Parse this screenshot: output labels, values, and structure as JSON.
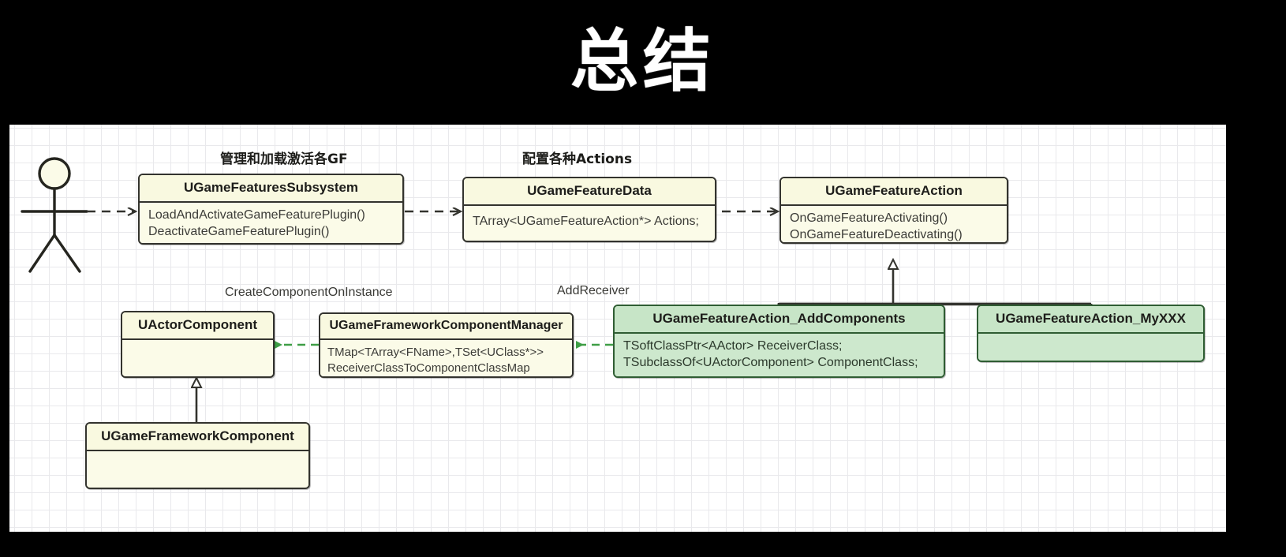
{
  "slide": {
    "title": "总结"
  },
  "diagram": {
    "type": "uml-class-diagram",
    "background": "#ffffff",
    "grid": true,
    "colors": {
      "cream_fill": "#fbfbe8",
      "cream_border": "#33332e",
      "green_fill": "#cde8cd",
      "green_border": "#2f5d33",
      "green_arrow": "#3e9e46",
      "line": "#33332e",
      "title_text": "#ffffff",
      "banner": "#000000"
    },
    "actor": {
      "name": "user-actor",
      "label": ""
    },
    "annotations": [
      {
        "id": "ann_manage",
        "text": "管理和加载激活各GF",
        "lang": "zh"
      },
      {
        "id": "ann_actions",
        "text": "配置各种Actions",
        "lang": "zh"
      },
      {
        "id": "ann_create",
        "text": "CreateComponentOnInstance",
        "lang": "en"
      },
      {
        "id": "ann_receiver",
        "text": "AddReceiver",
        "lang": "en"
      }
    ],
    "classes": [
      {
        "id": "subsystem",
        "name": "UGameFeaturesSubsystem",
        "style": "cream",
        "members": [
          "LoadAndActivateGameFeaturePlugin()",
          "DeactivateGameFeaturePlugin()"
        ]
      },
      {
        "id": "featuredata",
        "name": "UGameFeatureData",
        "style": "cream",
        "members": [
          "TArray<UGameFeatureAction*> Actions;"
        ]
      },
      {
        "id": "featureaction",
        "name": "UGameFeatureAction",
        "style": "cream",
        "members": [
          "OnGameFeatureActivating()",
          "OnGameFeatureDeactivating()"
        ]
      },
      {
        "id": "addcomponents",
        "name": "UGameFeatureAction_AddComponents",
        "style": "green",
        "members": [
          "TSoftClassPtr<AActor> ReceiverClass;",
          "TSubclassOf<UActorComponent> ComponentClass;"
        ]
      },
      {
        "id": "myxxx",
        "name": "UGameFeatureAction_MyXXX",
        "style": "green",
        "members": []
      },
      {
        "id": "compmanager",
        "name": "UGameFrameworkComponentManager",
        "style": "cream",
        "members": [
          "TMap<TArray<FName>,TSet<UClass*>>",
          "ReceiverClassToComponentClassMap"
        ]
      },
      {
        "id": "actorcomponent",
        "name": "UActorComponent",
        "style": "cream",
        "members": []
      },
      {
        "id": "frameworkcomponent",
        "name": "UGameFrameworkComponent",
        "style": "cream",
        "members": []
      }
    ],
    "edges": [
      {
        "from": "actor",
        "to": "subsystem",
        "kind": "dashed-arrow",
        "label": ""
      },
      {
        "from": "subsystem",
        "to": "featuredata",
        "kind": "dashed-arrow",
        "label": ""
      },
      {
        "from": "featuredata",
        "to": "featureaction",
        "kind": "dashed-arrow",
        "label": ""
      },
      {
        "from": "addcomponents",
        "to": "featureaction",
        "kind": "generalization",
        "label": ""
      },
      {
        "from": "myxxx",
        "to": "featureaction",
        "kind": "generalization",
        "label": ""
      },
      {
        "from": "addcomponents",
        "to": "compmanager",
        "kind": "dashed-arrow-green",
        "label": "AddReceiver"
      },
      {
        "from": "compmanager",
        "to": "actorcomponent",
        "kind": "dashed-arrow-green",
        "label": "CreateComponentOnInstance"
      },
      {
        "from": "frameworkcomponent",
        "to": "actorcomponent",
        "kind": "generalization",
        "label": ""
      }
    ]
  }
}
